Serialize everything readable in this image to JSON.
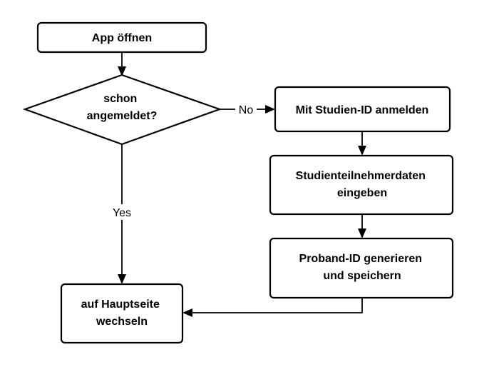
{
  "nodes": {
    "start": {
      "lines": [
        "App öffnen"
      ]
    },
    "decision": {
      "lines": [
        "schon",
        "angemeldet?"
      ]
    },
    "login": {
      "lines": [
        "Mit Studien-ID anmelden"
      ]
    },
    "data_entry": {
      "lines": [
        "Studienteilnehmerdaten",
        "eingeben"
      ]
    },
    "generate": {
      "lines": [
        "Proband-ID generieren",
        "und speichern"
      ]
    },
    "main_page": {
      "lines": [
        "auf Hauptseite",
        "wechseln"
      ]
    }
  },
  "edges": {
    "no_label": "No",
    "yes_label": "Yes"
  },
  "colors": {
    "stroke": "#000000",
    "fill": "#ffffff",
    "text": "#000000"
  }
}
